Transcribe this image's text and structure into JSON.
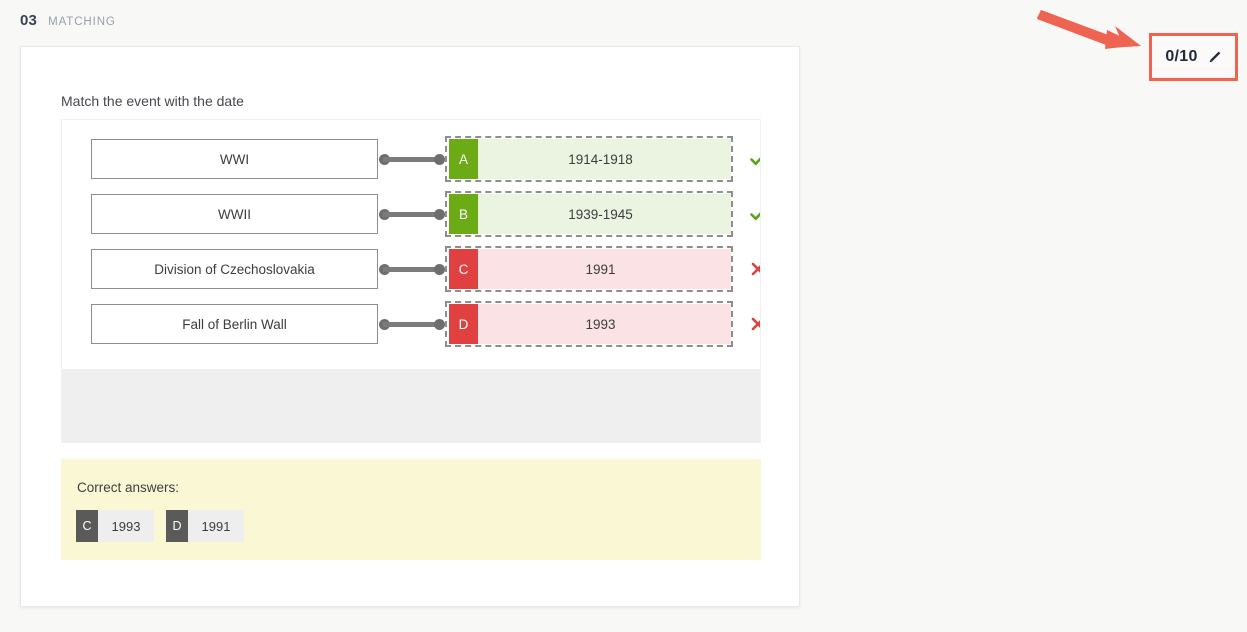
{
  "header": {
    "number": "03",
    "type": "MATCHING"
  },
  "score": {
    "value": "0/10",
    "edit_icon": "pencil-icon",
    "border_color": "#f0634f"
  },
  "annotation": {
    "arrow_icon": "arrow-pointing-right",
    "color": "#ef6450"
  },
  "question": {
    "prompt": "Match the event with the date"
  },
  "matching": {
    "rows": [
      {
        "term": "WWI",
        "letter": "A",
        "answer": "1914-1918",
        "status": "correct",
        "mark": "check-icon"
      },
      {
        "term": "WWII",
        "letter": "B",
        "answer": "1939-1945",
        "status": "correct",
        "mark": "check-icon"
      },
      {
        "term": "Division of Czechoslovakia",
        "letter": "C",
        "answer": "1991",
        "status": "incorrect",
        "mark": "cross-icon"
      },
      {
        "term": "Fall of Berlin Wall",
        "letter": "D",
        "answer": "1993",
        "status": "incorrect",
        "mark": "cross-icon"
      }
    ],
    "colors": {
      "correct_badge": "#6aab16",
      "correct_fill": "#eaf4e0",
      "correct_mark": "#5aa517",
      "incorrect_badge": "#e04040",
      "incorrect_fill": "#fbe2e4",
      "incorrect_mark": "#d9433f"
    }
  },
  "correct_answers": {
    "title": "Correct answers:",
    "items": [
      {
        "letter": "C",
        "value": "1993"
      },
      {
        "letter": "D",
        "value": "1991"
      }
    ]
  }
}
